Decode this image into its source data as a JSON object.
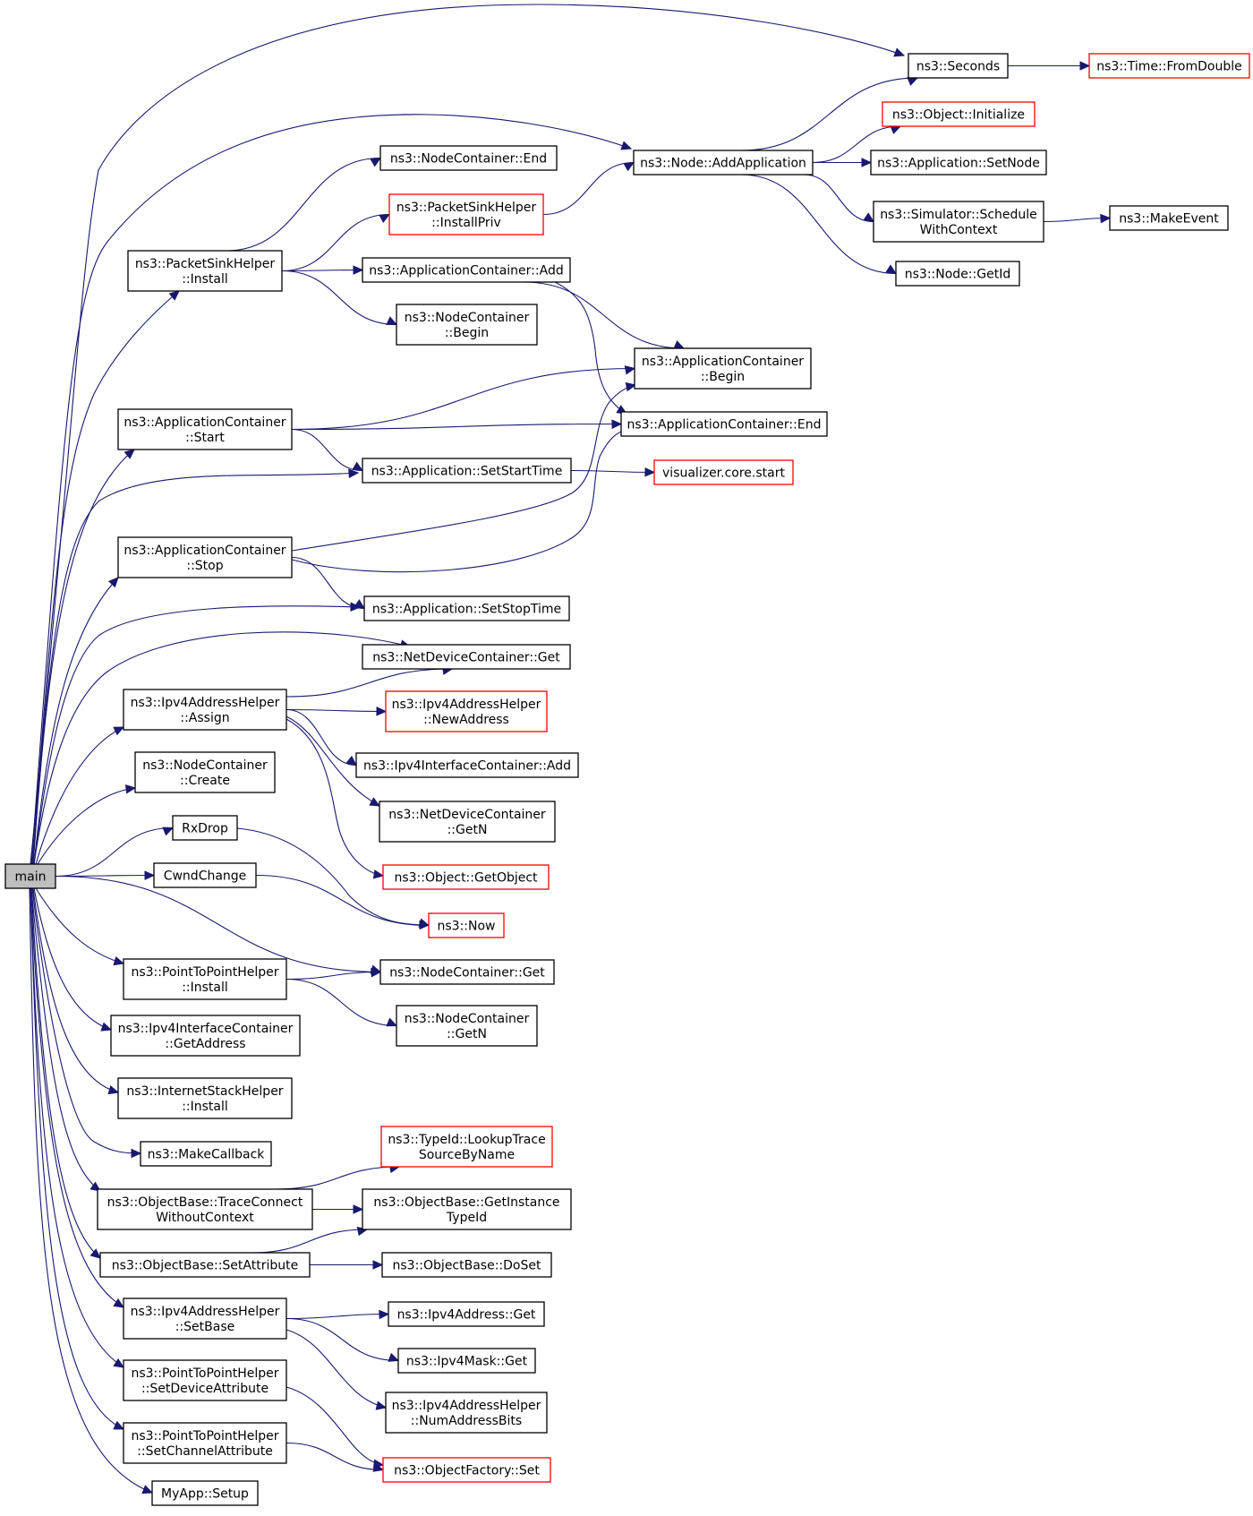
{
  "colors": {
    "edge": "#191970",
    "node_fill": "#ffffff",
    "node_border": "#000000",
    "node_border_undocumented": "#ff0000",
    "root_fill": "#bfbfbf"
  },
  "nodes": [
    {
      "id": "main",
      "lines": [
        "main"
      ],
      "style": "root"
    },
    {
      "id": "seconds",
      "lines": [
        "ns3::Seconds"
      ],
      "style": "normal"
    },
    {
      "id": "fromdouble",
      "lines": [
        "ns3::Time::FromDouble"
      ],
      "style": "red"
    },
    {
      "id": "obj_init",
      "lines": [
        "ns3::Object::Initialize"
      ],
      "style": "red"
    },
    {
      "id": "nc_end",
      "lines": [
        "ns3::NodeContainer::End"
      ],
      "style": "normal"
    },
    {
      "id": "addapp",
      "lines": [
        "ns3::Node::AddApplication"
      ],
      "style": "normal"
    },
    {
      "id": "setnode",
      "lines": [
        "ns3::Application::SetNode"
      ],
      "style": "normal"
    },
    {
      "id": "installpriv",
      "lines": [
        "ns3::PacketSinkHelper",
        "::InstallPriv"
      ],
      "style": "red"
    },
    {
      "id": "schedule",
      "lines": [
        "ns3::Simulator::Schedule",
        "WithContext"
      ],
      "style": "normal"
    },
    {
      "id": "makeevent",
      "lines": [
        "ns3::MakeEvent"
      ],
      "style": "normal"
    },
    {
      "id": "psh_install",
      "lines": [
        "ns3::PacketSinkHelper",
        "::Install"
      ],
      "style": "normal"
    },
    {
      "id": "ac_add",
      "lines": [
        "ns3::ApplicationContainer::Add"
      ],
      "style": "normal"
    },
    {
      "id": "getid",
      "lines": [
        "ns3::Node::GetId"
      ],
      "style": "normal"
    },
    {
      "id": "nc_begin",
      "lines": [
        "ns3::NodeContainer",
        "::Begin"
      ],
      "style": "normal"
    },
    {
      "id": "ac_begin",
      "lines": [
        "ns3::ApplicationContainer",
        "::Begin"
      ],
      "style": "normal"
    },
    {
      "id": "ac_start",
      "lines": [
        "ns3::ApplicationContainer",
        "::Start"
      ],
      "style": "normal"
    },
    {
      "id": "ac_end",
      "lines": [
        "ns3::ApplicationContainer::End"
      ],
      "style": "normal"
    },
    {
      "id": "setstarttime",
      "lines": [
        "ns3::Application::SetStartTime"
      ],
      "style": "normal"
    },
    {
      "id": "viz_start",
      "lines": [
        "visualizer.core.start"
      ],
      "style": "red"
    },
    {
      "id": "ac_stop",
      "lines": [
        "ns3::ApplicationContainer",
        "::Stop"
      ],
      "style": "normal"
    },
    {
      "id": "setstoptime",
      "lines": [
        "ns3::Application::SetStopTime"
      ],
      "style": "normal"
    },
    {
      "id": "ndc_get",
      "lines": [
        "ns3::NetDeviceContainer::Get"
      ],
      "style": "normal"
    },
    {
      "id": "ipv4ah_assign",
      "lines": [
        "ns3::Ipv4AddressHelper",
        "::Assign"
      ],
      "style": "normal"
    },
    {
      "id": "newaddress",
      "lines": [
        "ns3::Ipv4AddressHelper",
        "::NewAddress"
      ],
      "style": "red"
    },
    {
      "id": "ipv4ic_add",
      "lines": [
        "ns3::Ipv4InterfaceContainer::Add"
      ],
      "style": "normal"
    },
    {
      "id": "nc_create",
      "lines": [
        "ns3::NodeContainer",
        "::Create"
      ],
      "style": "normal"
    },
    {
      "id": "ndc_getn",
      "lines": [
        "ns3::NetDeviceContainer",
        "::GetN"
      ],
      "style": "normal"
    },
    {
      "id": "rxdrop",
      "lines": [
        "RxDrop"
      ],
      "style": "normal"
    },
    {
      "id": "getobject",
      "lines": [
        "ns3::Object::GetObject"
      ],
      "style": "red"
    },
    {
      "id": "cwndchange",
      "lines": [
        "CwndChange"
      ],
      "style": "normal"
    },
    {
      "id": "now",
      "lines": [
        "ns3::Now"
      ],
      "style": "red"
    },
    {
      "id": "p2p_install",
      "lines": [
        "ns3::PointToPointHelper",
        "::Install"
      ],
      "style": "normal"
    },
    {
      "id": "nc_get",
      "lines": [
        "ns3::NodeContainer::Get"
      ],
      "style": "normal"
    },
    {
      "id": "nc_getn",
      "lines": [
        "ns3::NodeContainer",
        "::GetN"
      ],
      "style": "normal"
    },
    {
      "id": "ipv4ic_getaddr",
      "lines": [
        "ns3::Ipv4InterfaceContainer",
        "::GetAddress"
      ],
      "style": "normal"
    },
    {
      "id": "ish_install",
      "lines": [
        "ns3::InternetStackHelper",
        "::Install"
      ],
      "style": "normal"
    },
    {
      "id": "makecallback",
      "lines": [
        "ns3::MakeCallback"
      ],
      "style": "normal"
    },
    {
      "id": "lookuptrace",
      "lines": [
        "ns3::TypeId::LookupTrace",
        "SourceByName"
      ],
      "style": "red"
    },
    {
      "id": "traceconnect",
      "lines": [
        "ns3::ObjectBase::TraceConnect",
        "WithoutContext"
      ],
      "style": "normal"
    },
    {
      "id": "getinstancetypeid",
      "lines": [
        "ns3::ObjectBase::GetInstance",
        "TypeId"
      ],
      "style": "normal"
    },
    {
      "id": "setattribute",
      "lines": [
        "ns3::ObjectBase::SetAttribute"
      ],
      "style": "normal"
    },
    {
      "id": "doset",
      "lines": [
        "ns3::ObjectBase::DoSet"
      ],
      "style": "normal"
    },
    {
      "id": "setbase",
      "lines": [
        "ns3::Ipv4AddressHelper",
        "::SetBase"
      ],
      "style": "normal"
    },
    {
      "id": "ipv4addr_get",
      "lines": [
        "ns3::Ipv4Address::Get"
      ],
      "style": "normal"
    },
    {
      "id": "ipv4mask_get",
      "lines": [
        "ns3::Ipv4Mask::Get"
      ],
      "style": "normal"
    },
    {
      "id": "setdeviceattr",
      "lines": [
        "ns3::PointToPointHelper",
        "::SetDeviceAttribute"
      ],
      "style": "normal"
    },
    {
      "id": "numaddressbits",
      "lines": [
        "ns3::Ipv4AddressHelper",
        "::NumAddressBits"
      ],
      "style": "normal"
    },
    {
      "id": "setchannelattr",
      "lines": [
        "ns3::PointToPointHelper",
        "::SetChannelAttribute"
      ],
      "style": "normal"
    },
    {
      "id": "objfactory_set",
      "lines": [
        "ns3::ObjectFactory::Set"
      ],
      "style": "red"
    },
    {
      "id": "myapp_setup",
      "lines": [
        "MyApp::Setup"
      ],
      "style": "normal"
    }
  ],
  "edges": [
    [
      "main",
      "seconds"
    ],
    [
      "main",
      "addapp"
    ],
    [
      "main",
      "psh_install"
    ],
    [
      "main",
      "ac_start"
    ],
    [
      "main",
      "setstarttime"
    ],
    [
      "main",
      "ac_stop"
    ],
    [
      "main",
      "setstoptime"
    ],
    [
      "main",
      "ndc_get"
    ],
    [
      "main",
      "ipv4ah_assign"
    ],
    [
      "main",
      "nc_create"
    ],
    [
      "main",
      "rxdrop"
    ],
    [
      "main",
      "cwndchange"
    ],
    [
      "main",
      "nc_get"
    ],
    [
      "main",
      "p2p_install"
    ],
    [
      "main",
      "ipv4ic_getaddr"
    ],
    [
      "main",
      "ish_install"
    ],
    [
      "main",
      "makecallback"
    ],
    [
      "main",
      "traceconnect"
    ],
    [
      "main",
      "setattribute"
    ],
    [
      "main",
      "setbase"
    ],
    [
      "main",
      "setdeviceattr"
    ],
    [
      "main",
      "setchannelattr"
    ],
    [
      "main",
      "myapp_setup"
    ],
    [
      "seconds",
      "fromdouble"
    ],
    [
      "addapp",
      "seconds"
    ],
    [
      "addapp",
      "obj_init"
    ],
    [
      "addapp",
      "setnode"
    ],
    [
      "addapp",
      "schedule"
    ],
    [
      "addapp",
      "getid"
    ],
    [
      "schedule",
      "makeevent"
    ],
    [
      "psh_install",
      "nc_end"
    ],
    [
      "psh_install",
      "installpriv"
    ],
    [
      "psh_install",
      "ac_add"
    ],
    [
      "psh_install",
      "nc_begin"
    ],
    [
      "installpriv",
      "addapp"
    ],
    [
      "ac_add",
      "ac_begin"
    ],
    [
      "ac_add",
      "ac_end"
    ],
    [
      "ac_start",
      "ac_begin"
    ],
    [
      "ac_start",
      "ac_end"
    ],
    [
      "ac_start",
      "setstarttime"
    ],
    [
      "setstarttime",
      "viz_start"
    ],
    [
      "ac_stop",
      "ac_begin"
    ],
    [
      "ac_stop",
      "ac_end"
    ],
    [
      "ac_stop",
      "setstoptime"
    ],
    [
      "ipv4ah_assign",
      "ndc_get"
    ],
    [
      "ipv4ah_assign",
      "newaddress"
    ],
    [
      "ipv4ah_assign",
      "ipv4ic_add"
    ],
    [
      "ipv4ah_assign",
      "ndc_getn"
    ],
    [
      "ipv4ah_assign",
      "getobject"
    ],
    [
      "rxdrop",
      "now"
    ],
    [
      "cwndchange",
      "now"
    ],
    [
      "p2p_install",
      "nc_get"
    ],
    [
      "p2p_install",
      "nc_getn"
    ],
    [
      "traceconnect",
      "lookuptrace"
    ],
    [
      "traceconnect",
      "getinstancetypeid"
    ],
    [
      "setattribute",
      "getinstancetypeid"
    ],
    [
      "setattribute",
      "doset"
    ],
    [
      "setbase",
      "ipv4addr_get"
    ],
    [
      "setbase",
      "ipv4mask_get"
    ],
    [
      "setbase",
      "numaddressbits"
    ],
    [
      "setdeviceattr",
      "objfactory_set"
    ],
    [
      "setchannelattr",
      "objfactory_set"
    ]
  ]
}
